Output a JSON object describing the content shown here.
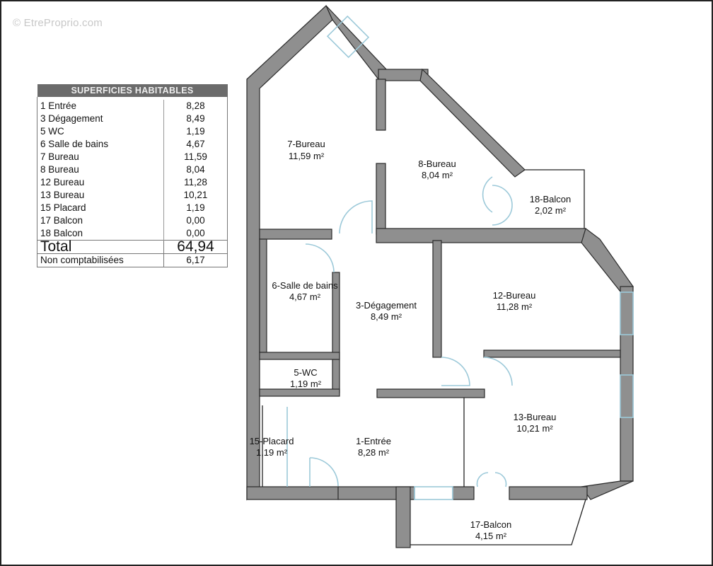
{
  "watermark": "© EtreProprio.com",
  "table": {
    "header": "SUPERFICIES HABITABLES",
    "rows": [
      {
        "name": "1 Entrée",
        "value": "8,28"
      },
      {
        "name": "3 Dégagement",
        "value": "8,49"
      },
      {
        "name": "5 WC",
        "value": "1,19"
      },
      {
        "name": "6 Salle de bains",
        "value": "4,67"
      },
      {
        "name": "7 Bureau",
        "value": "11,59"
      },
      {
        "name": "8 Bureau",
        "value": "8,04"
      },
      {
        "name": "12 Bureau",
        "value": "11,28"
      },
      {
        "name": "13 Bureau",
        "value": "10,21"
      },
      {
        "name": "15 Placard",
        "value": "1,19"
      },
      {
        "name": "17 Balcon",
        "value": "0,00"
      },
      {
        "name": "18 Balcon",
        "value": "0,00"
      }
    ],
    "total_label": "Total",
    "total_value": "64,94",
    "non_counted_label": "Non comptabilisées",
    "non_counted_value": "6,17"
  },
  "rooms": {
    "r7": {
      "name": "7-Bureau",
      "area": "11,59 m²"
    },
    "r8": {
      "name": "8-Bureau",
      "area": "8,04 m²"
    },
    "r18": {
      "name": "18-Balcon",
      "area": "2,02 m²"
    },
    "r6": {
      "name": "6-Salle de bains",
      "area": "4,67 m²"
    },
    "r3": {
      "name": "3-Dégagement",
      "area": "8,49 m²"
    },
    "r12": {
      "name": "12-Bureau",
      "area": "11,28 m²"
    },
    "r5": {
      "name": "5-WC",
      "area": "1,19 m²"
    },
    "r13": {
      "name": "13-Bureau",
      "area": "10,21 m²"
    },
    "r15": {
      "name": "15-Placard",
      "area": "1,19 m²"
    },
    "r1": {
      "name": "1-Entrée",
      "area": "8,28 m²"
    },
    "r17": {
      "name": "17-Balcon",
      "area": "4,15 m²"
    }
  },
  "colors": {
    "wall": "#8f8f8f",
    "wall_edge": "#2a2a2a",
    "door": "#9cc9d9",
    "header_bg": "#6b6b6b"
  }
}
